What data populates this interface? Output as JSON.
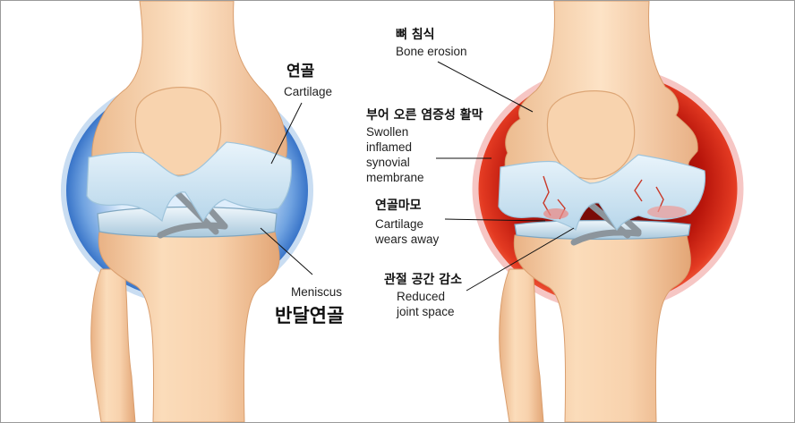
{
  "labels": {
    "cartilage": {
      "ko": "연골",
      "en": "Cartilage"
    },
    "meniscus": {
      "en": "Meniscus",
      "ko": "반달연골"
    },
    "bone_erosion": {
      "ko": "뼈 침식",
      "en": "Bone erosion"
    },
    "swollen": {
      "ko": "부어 오른 염증성 활막",
      "en": [
        "Swollen",
        "inflamed",
        "synovial",
        "membrane"
      ]
    },
    "wear": {
      "ko": "연골마모",
      "en": [
        "Cartilage",
        "wears away"
      ]
    },
    "space": {
      "ko": "관절 공간 감소",
      "en": [
        "Reduced",
        "joint space"
      ]
    }
  },
  "colors": {
    "bone": "#f4caa0",
    "cartilage": "#cfe6f3",
    "healthy_capsule": "#3d7fd0",
    "inflamed_capsule": "#c4140c"
  }
}
